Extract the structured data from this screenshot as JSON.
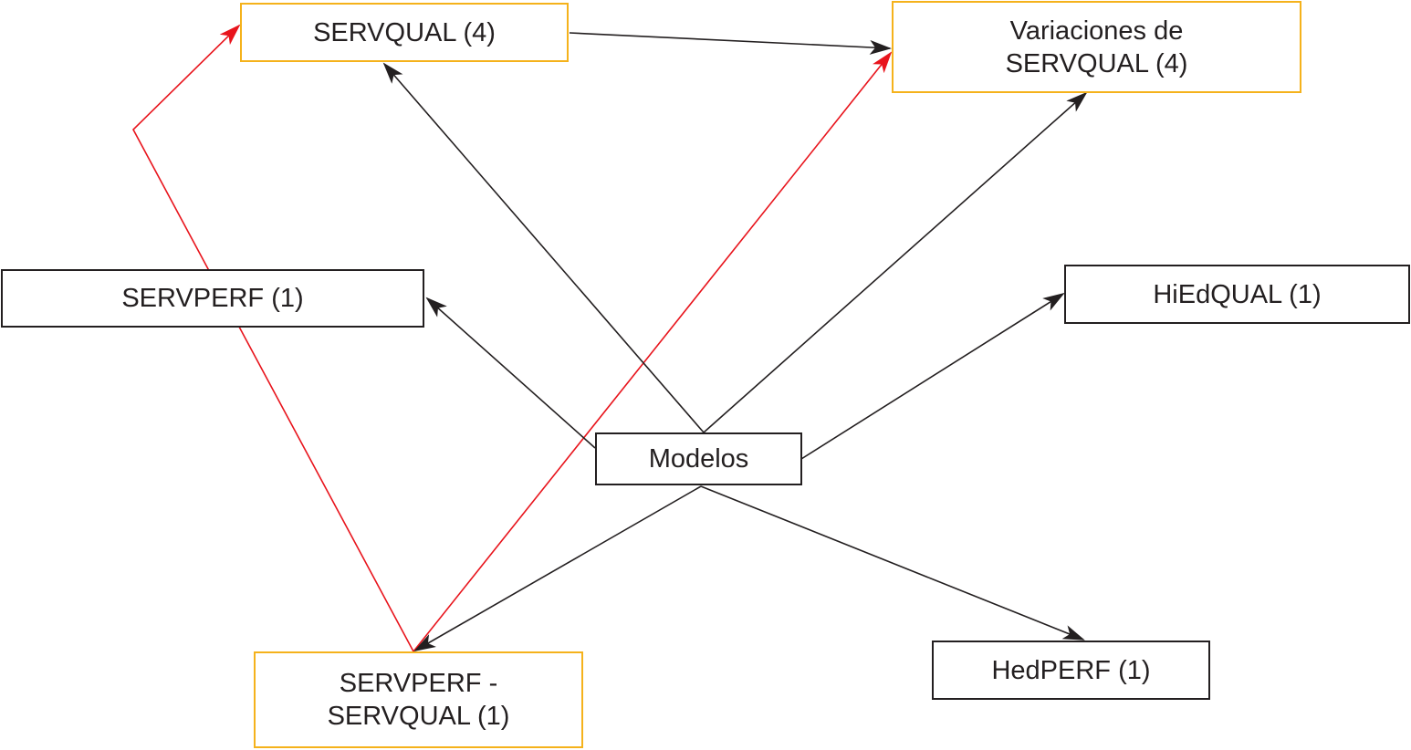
{
  "colors": {
    "ink": "#231f20",
    "highlight_border": "#f5b21b",
    "red_arrow": "#e8141c",
    "background": "#ffffff"
  },
  "nodes": {
    "servqual": {
      "lines": [
        "SERVQUAL (4)"
      ]
    },
    "variaciones": {
      "lines": [
        "Variaciones de",
        "SERVQUAL (4)"
      ]
    },
    "servperf": {
      "lines": [
        "SERVPERF (1)"
      ]
    },
    "hiedqual": {
      "lines": [
        "HiEdQUAL (1)"
      ]
    },
    "modelos": {
      "lines": [
        "Modelos"
      ]
    },
    "servperf_servqual": {
      "lines": [
        "SERVPERF -",
        "SERVQUAL (1)"
      ]
    },
    "hedperf": {
      "lines": [
        "HedPERF (1)"
      ]
    }
  },
  "edges": [
    {
      "from": "modelos",
      "to": "servqual",
      "color": "black"
    },
    {
      "from": "modelos",
      "to": "variaciones",
      "color": "black"
    },
    {
      "from": "modelos",
      "to": "servperf",
      "color": "black"
    },
    {
      "from": "modelos",
      "to": "hiedqual",
      "color": "black"
    },
    {
      "from": "modelos",
      "to": "servperf_servqual",
      "color": "black"
    },
    {
      "from": "modelos",
      "to": "hedperf",
      "color": "black"
    },
    {
      "from": "servqual",
      "to": "variaciones",
      "color": "black"
    },
    {
      "from": "servperf_servqual",
      "to": "servqual",
      "color": "red"
    },
    {
      "from": "servperf_servqual",
      "to": "variaciones",
      "color": "red"
    }
  ]
}
